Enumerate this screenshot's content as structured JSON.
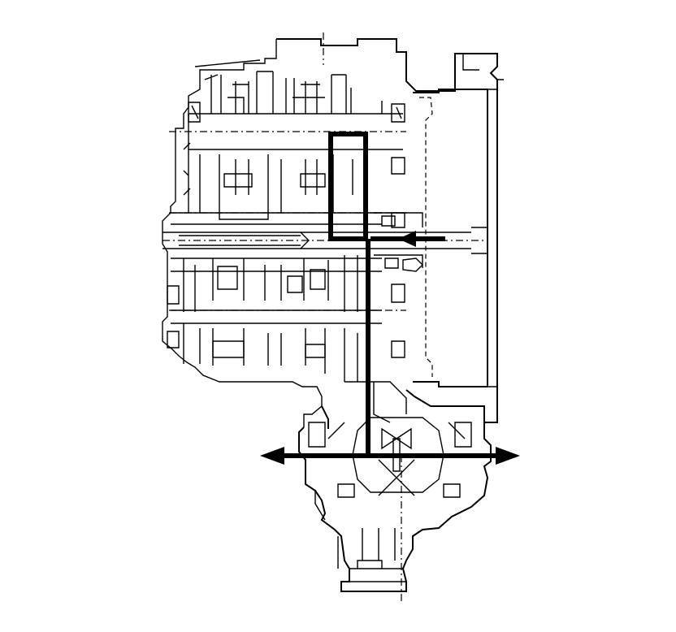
{
  "figure": {
    "subject": "transaxle-cross-section",
    "colors": {
      "line": "#000000",
      "background": "#ffffff"
    },
    "icons": [
      "power-flow-arrow-input",
      "power-flow-arrow-left-output",
      "power-flow-arrow-right-output"
    ]
  }
}
